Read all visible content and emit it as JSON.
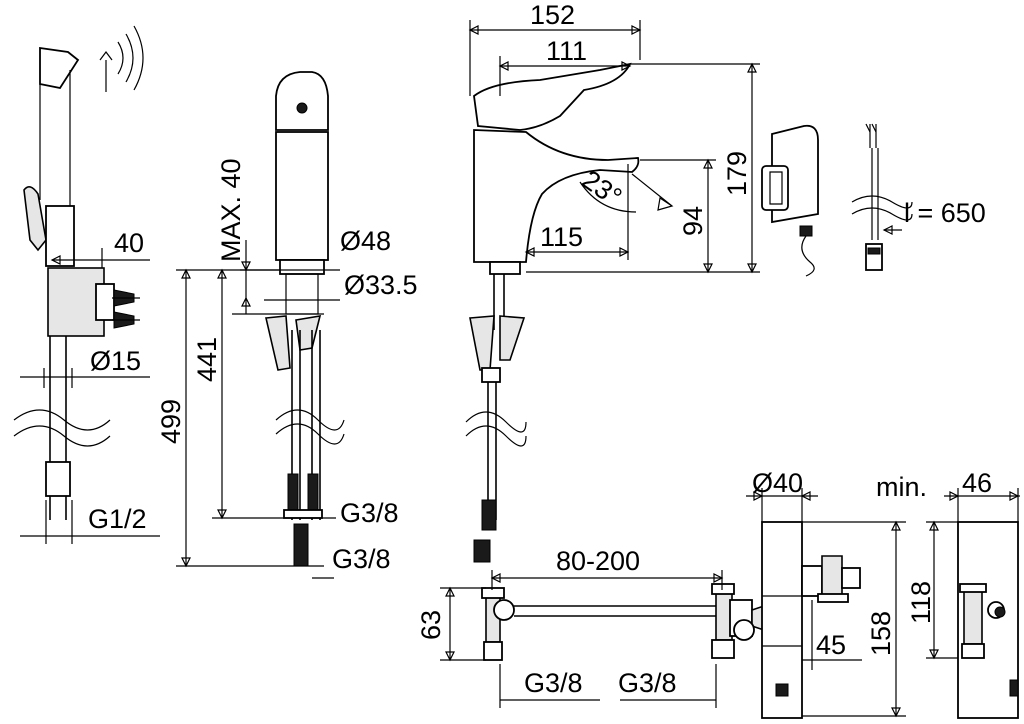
{
  "dimensions": {
    "shower_40": "40",
    "shower_d15": "Ø15",
    "shower_g12": "G1/2",
    "front_max40": "MAX. 40",
    "front_d48": "Ø48",
    "front_d33_5": "Ø33.5",
    "front_441": "441",
    "front_499": "499",
    "front_g38_upper": "G3/8",
    "front_g38_lower": "G3/8",
    "side_152": "152",
    "side_111": "111",
    "side_179": "179",
    "side_23deg": "23°",
    "side_94": "94",
    "side_115": "115",
    "cable_length": "l = 650",
    "conn_80_200": "80-200",
    "conn_63": "63",
    "conn_g38_left": "G3/8",
    "conn_g38_right": "G3/8",
    "box_d40": "Ø40",
    "box_158": "158",
    "box_45": "45",
    "box_min": "min.",
    "box_46": "46",
    "box_118": "118"
  }
}
